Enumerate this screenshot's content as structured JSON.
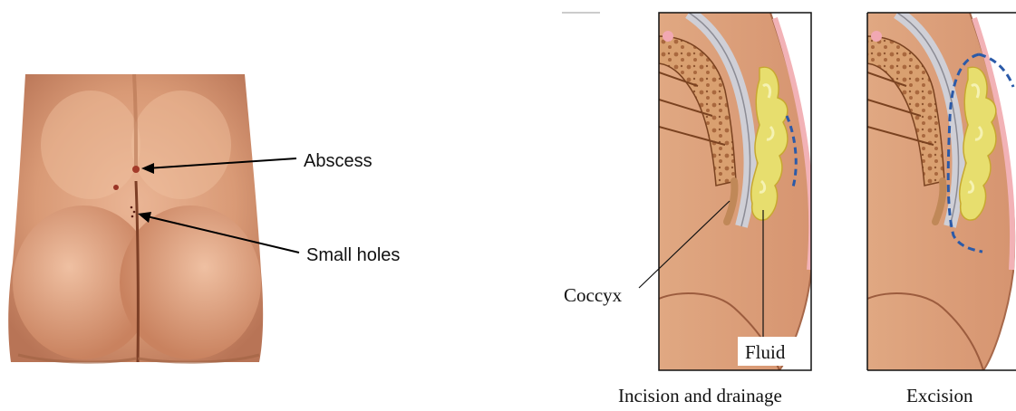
{
  "left_figure": {
    "labels": {
      "abscess": "Abscess",
      "small_holes": "Small holes"
    }
  },
  "right_figure": {
    "labels": {
      "coccyx": "Coccyx",
      "fluid": "Fluid"
    },
    "panels": [
      {
        "caption": "Incision and drainage"
      },
      {
        "caption": "Excision"
      }
    ]
  },
  "colors": {
    "skin": "#e2a884",
    "skin_shadow": "#b8795a",
    "fluid": "#e8e070",
    "excision_line": "#2b5aa8",
    "bone": "#c98b5a"
  }
}
